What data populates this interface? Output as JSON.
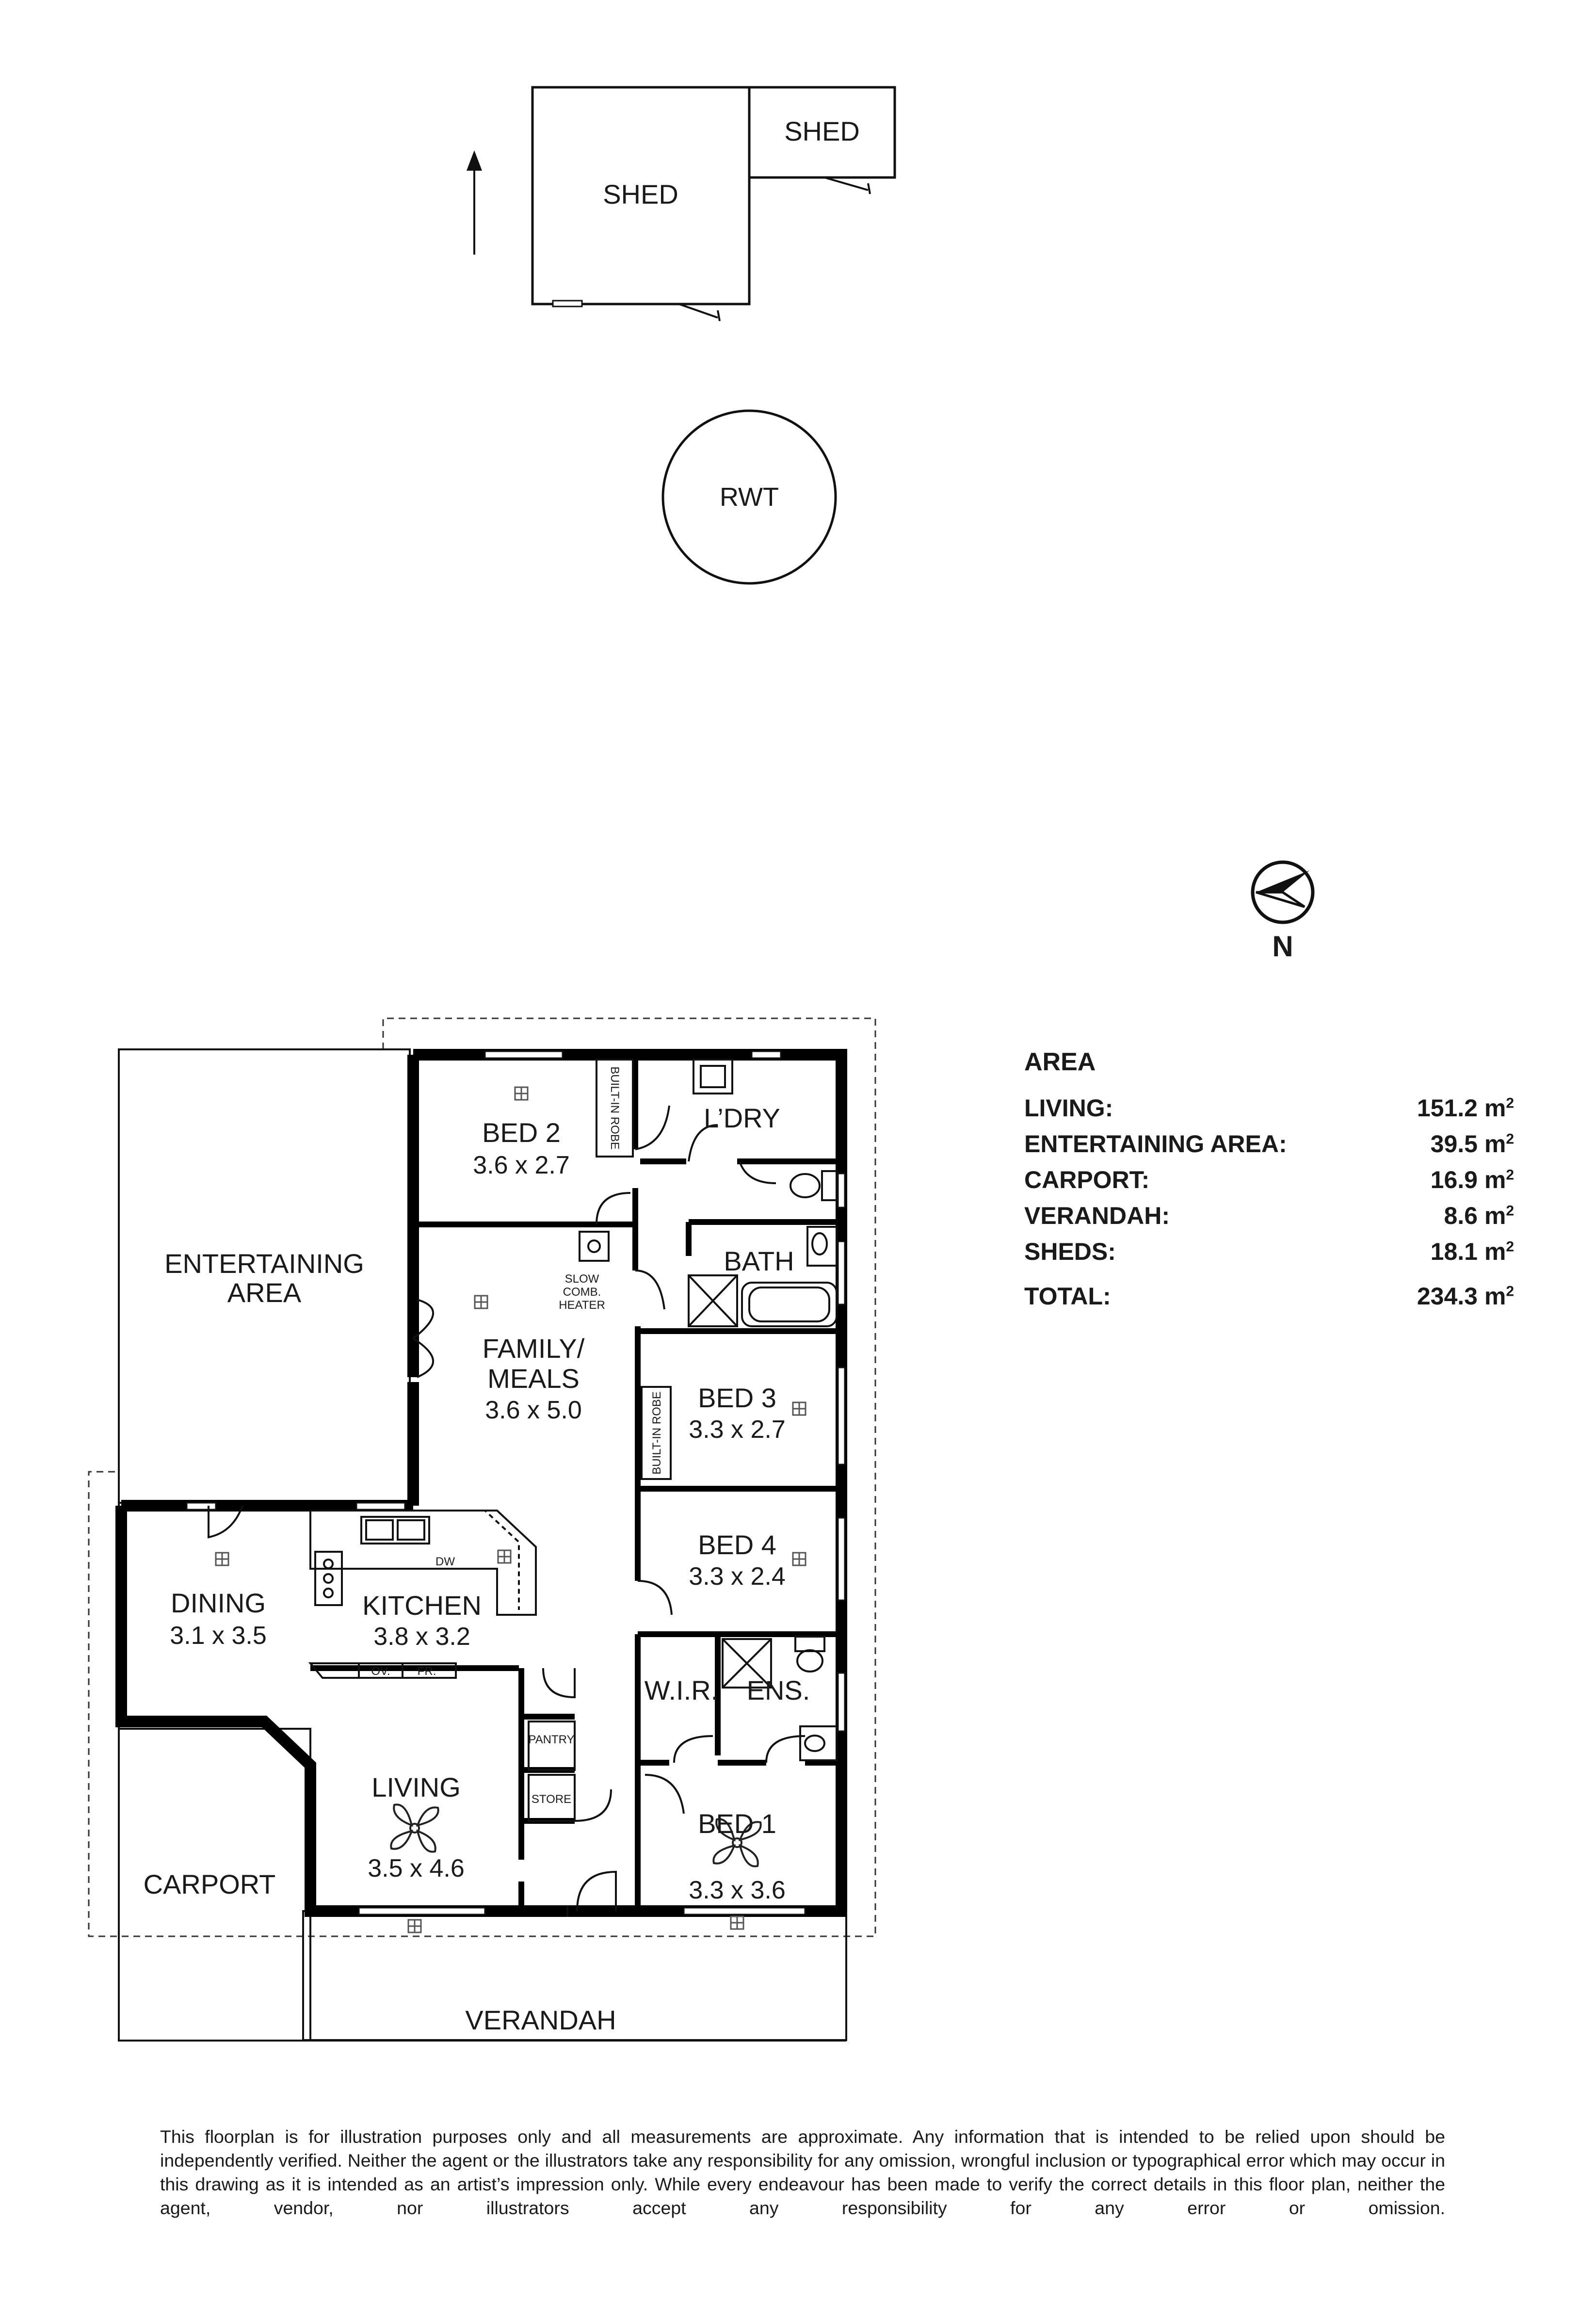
{
  "site": {
    "shed_large": "SHED",
    "shed_small": "SHED",
    "rainwater_tank": "RWT",
    "compass_label": "N"
  },
  "rooms": {
    "bed2": {
      "name": "BED 2",
      "dims": "3.6 x 2.7"
    },
    "laundry": {
      "name": "L’DRY"
    },
    "bath": {
      "name": "BATH"
    },
    "entertaining": {
      "name_line1": "ENTERTAINING",
      "name_line2": "AREA"
    },
    "family": {
      "name_line1": "FAMILY/",
      "name_line2": "MEALS",
      "dims": "3.6 x 5.0"
    },
    "bed3": {
      "name": "BED 3",
      "dims": "3.3 x 2.7"
    },
    "bed4": {
      "name": "BED 4",
      "dims": "3.3 x 2.4"
    },
    "dining": {
      "name": "DINING",
      "dims": "3.1 x 3.5"
    },
    "kitchen": {
      "name": "KITCHEN",
      "dims": "3.8 x 3.2"
    },
    "wir": {
      "name": "W.I.R."
    },
    "ensuite": {
      "name": "ENS."
    },
    "living": {
      "name": "LIVING",
      "dims": "3.5 x 4.6"
    },
    "bed1": {
      "name": "BED 1",
      "dims": "3.3 x 3.6"
    },
    "carport": {
      "name": "CARPORT"
    },
    "verandah": {
      "name": "VERANDAH"
    }
  },
  "fixtures": {
    "robe_bed2": "BUILT-IN ROBE",
    "robe_bed3": "BUILT-IN ROBE",
    "heater_line1": "SLOW",
    "heater_line2": "COMB.",
    "heater_line3": "HEATER",
    "dishwasher": "DW",
    "oven": "OV.",
    "fridge": "FR.",
    "pantry": "PANTRY",
    "store": "STORE"
  },
  "area": {
    "title": "AREA",
    "rows": [
      {
        "label": "LIVING:",
        "value": "151.2 m",
        "unit_sup": "2"
      },
      {
        "label": "ENTERTAINING AREA:",
        "value": "39.5 m",
        "unit_sup": "2"
      },
      {
        "label": "CARPORT:",
        "value": "16.9 m",
        "unit_sup": "2"
      },
      {
        "label": "VERANDAH:",
        "value": "8.6 m",
        "unit_sup": "2"
      },
      {
        "label": "SHEDS:",
        "value": "18.1 m",
        "unit_sup": "2"
      }
    ],
    "total": {
      "label": "TOTAL:",
      "value": "234.3 m",
      "unit_sup": "2"
    }
  },
  "disclaimer": "This floorplan is for illustration purposes only and all measurements are approximate. Any information that is intended to be relied upon should be independently verified. Neither the agent or the illustrators take any responsibility for any omission, wrongful inclusion or typographical error which may occur in this drawing as it is intended as an artist’s impression only. While every endeavour has been made to verify the correct details in this floor plan, neither the agent, vendor, nor illustrators accept any responsibility for any error or omission."
}
